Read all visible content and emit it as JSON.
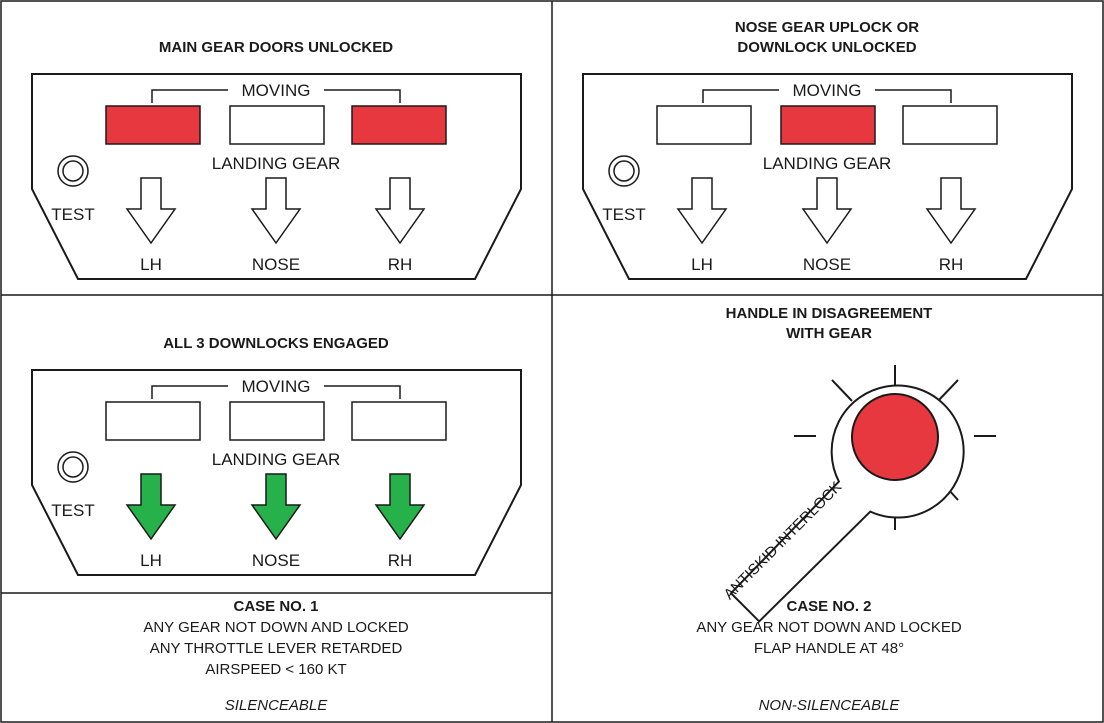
{
  "colors": {
    "lit_red": "#e8383f",
    "lit_green": "#27b14a",
    "unlit": "#ffffff",
    "line": "#1a1a1a"
  },
  "indicator_labels": {
    "moving": "MOVING",
    "landing_gear": "LANDING GEAR",
    "test": "TEST",
    "lh": "LH",
    "nose": "NOSE",
    "rh": "RH"
  },
  "panels": [
    {
      "title_lines": [
        "MAIN GEAR DOORS UNLOCKED"
      ],
      "moving_lights": [
        "red",
        "off",
        "red"
      ],
      "arrows": [
        "off",
        "off",
        "off"
      ]
    },
    {
      "title_lines": [
        "NOSE GEAR UPLOCK OR",
        "DOWNLOCK UNLOCKED"
      ],
      "moving_lights": [
        "off",
        "red",
        "off"
      ],
      "arrows": [
        "off",
        "off",
        "off"
      ]
    },
    {
      "title_lines": [
        "ALL 3 DOWNLOCKS ENGAGED"
      ],
      "moving_lights": [
        "off",
        "off",
        "off"
      ],
      "arrows": [
        "green",
        "green",
        "green"
      ]
    }
  ],
  "warning_light": {
    "title_lines": [
      "HANDLE IN DISAGREEMENT",
      "WITH GEAR"
    ],
    "handle_text": "ANTISKID INTERLOCK",
    "state": "red"
  },
  "cases": [
    {
      "heading": "CASE NO. 1",
      "lines": [
        "ANY GEAR NOT DOWN AND LOCKED",
        "ANY THROTTLE LEVER RETARDED",
        "AIRSPEED < 160 KT"
      ],
      "note": "SILENCEABLE"
    },
    {
      "heading": "CASE NO. 2",
      "lines": [
        "ANY GEAR NOT DOWN AND LOCKED",
        "FLAP HANDLE AT 48°"
      ],
      "note": "NON-SILENCEABLE"
    }
  ]
}
